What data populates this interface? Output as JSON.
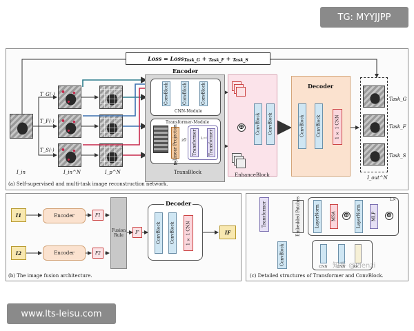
{
  "watermarks": {
    "top": "TG: MYYJJPP",
    "bottom": "www.lts-leisu.com"
  },
  "panel_a": {
    "loss": "Loss = Loss",
    "loss_terms": [
      "Task_G",
      "Task_F",
      "Task_S"
    ],
    "caption": "(a)  Self-supervised and multi-task image reconstruction network.",
    "transforms": [
      "T_G(·)",
      "T_F(·)",
      "T_S(·)"
    ],
    "input_label": "I_in",
    "col_labels": [
      "I_in^N",
      "I_p^N"
    ],
    "encoder_title": "Encoder",
    "cnn_module": "CNN-Module",
    "convblock": "ConvBlock",
    "transformer_module": "Transformer-Module",
    "linear_projection": "Linear Projection",
    "transformer": "Transformer",
    "z0": "z0",
    "l_equals": "L=12",
    "e_label": "E",
    "transblock": "TransBlock",
    "enhanceblock": "EnhanceBlock",
    "decoder_title": "Decoder",
    "one_by_one_cnn": "1 × 1 CNN",
    "tasks": [
      "Task_G",
      "Task_F",
      "Task_S"
    ],
    "output_label": "I_out^N"
  },
  "panel_b": {
    "caption": "(b)  The image fusion architecture.",
    "input1": "I1",
    "input2": "I2",
    "encoder": "Encoder",
    "f1": "F1",
    "f2": "F2",
    "fusion_rule": "Fusion Rule",
    "f_prime": "F'",
    "decoder": "Decoder",
    "convblock": "ConvBlock",
    "one_by_one_cnn": "1 × 1 CNN",
    "output": "IF"
  },
  "panel_c": {
    "caption": "(c)  Detailed structures of Transformer and ConvBlock.",
    "transformer_label": "Transformer",
    "embedded_patches": "Embedded Patches",
    "layernorm": "LayerNorm",
    "msa": "MSA",
    "mlp": "MLP",
    "l_times": "L×",
    "convblock_label": "ConvBlock",
    "cnn": "CNN",
    "relu": "Re...",
    "watermark_text": "知乎 @Pienzi"
  }
}
